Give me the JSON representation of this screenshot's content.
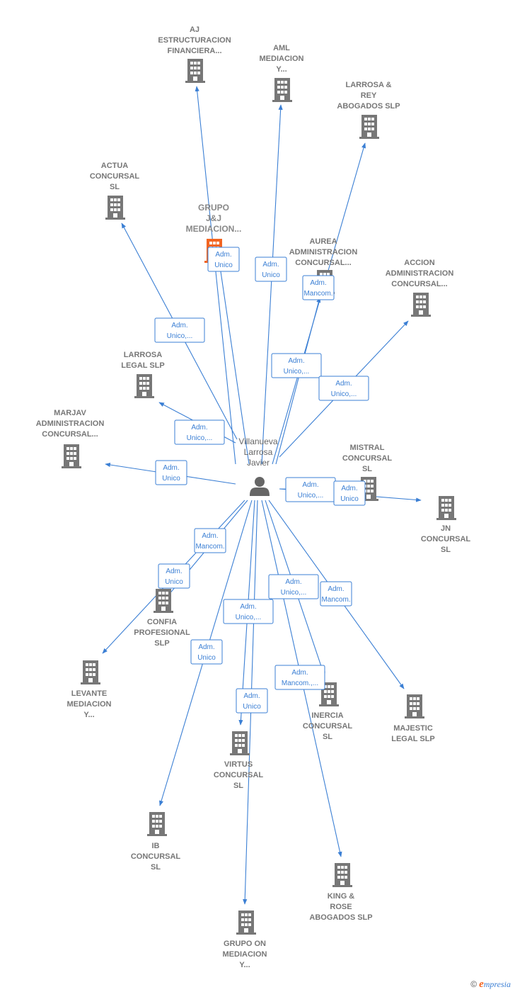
{
  "center": {
    "label_lines": [
      "Villanueva",
      "Larrosa",
      "Javier"
    ],
    "icon": "person-icon"
  },
  "nodes": [
    {
      "id": "aj",
      "label_lines": [
        "AJ",
        "ESTRUCTURACION",
        "FINANCIERA..."
      ],
      "icon": "building-icon",
      "highlight": false
    },
    {
      "id": "aml",
      "label_lines": [
        "AML",
        "MEDIACION",
        "Y..."
      ],
      "icon": "building-icon",
      "highlight": false
    },
    {
      "id": "larrosa-rey",
      "label_lines": [
        "LARROSA &",
        "REY",
        "ABOGADOS  SLP"
      ],
      "icon": "building-icon",
      "highlight": false
    },
    {
      "id": "actua",
      "label_lines": [
        "ACTUA",
        "CONCURSAL",
        "SL"
      ],
      "icon": "building-icon",
      "highlight": false
    },
    {
      "id": "grupo-jj",
      "label_lines": [
        "GRUPO",
        "J&J",
        "MEDIACION..."
      ],
      "icon": "building-icon",
      "highlight": true
    },
    {
      "id": "aurea",
      "label_lines": [
        "AUREA",
        "ADMINISTRACION",
        "CONCURSAL..."
      ],
      "icon": "building-icon",
      "highlight": false
    },
    {
      "id": "accion",
      "label_lines": [
        "ACCION",
        "ADMINISTRACION",
        "CONCURSAL..."
      ],
      "icon": "building-icon",
      "highlight": false
    },
    {
      "id": "larrosa-legal",
      "label_lines": [
        "LARROSA",
        "LEGAL  SLP"
      ],
      "icon": "building-icon",
      "highlight": false
    },
    {
      "id": "marjav",
      "label_lines": [
        "MARJAV",
        "ADMINISTRACION",
        "CONCURSAL..."
      ],
      "icon": "building-icon",
      "highlight": false
    },
    {
      "id": "mistral",
      "label_lines": [
        "MISTRAL",
        "CONCURSAL",
        "SL"
      ],
      "icon": "building-icon",
      "highlight": false
    },
    {
      "id": "jn",
      "label_lines": [
        "JN",
        "CONCURSAL",
        "SL"
      ],
      "icon": "building-icon",
      "highlight": false
    },
    {
      "id": "confia",
      "label_lines": [
        "CONFIA",
        "PROFESIONAL",
        "SLP"
      ],
      "icon": "building-icon",
      "highlight": false
    },
    {
      "id": "levante",
      "label_lines": [
        "LEVANTE",
        "MEDIACION",
        "Y..."
      ],
      "icon": "building-icon",
      "highlight": false
    },
    {
      "id": "inercia",
      "label_lines": [
        "INERCIA",
        "CONCURSAL",
        "SL"
      ],
      "icon": "building-icon",
      "highlight": false
    },
    {
      "id": "majestic",
      "label_lines": [
        "MAJESTIC",
        "LEGAL  SLP"
      ],
      "icon": "building-icon",
      "highlight": false
    },
    {
      "id": "virtus",
      "label_lines": [
        "VIRTUS",
        "CONCURSAL",
        "SL"
      ],
      "icon": "building-icon",
      "highlight": false
    },
    {
      "id": "ib",
      "label_lines": [
        "IB",
        "CONCURSAL",
        "SL"
      ],
      "icon": "building-icon",
      "highlight": false
    },
    {
      "id": "king-rose",
      "label_lines": [
        "KING &",
        "ROSE",
        "ABOGADOS  SLP"
      ],
      "icon": "building-icon",
      "highlight": false
    },
    {
      "id": "grupo-on",
      "label_lines": [
        "GRUPO ON",
        "MEDIACION",
        "Y..."
      ],
      "icon": "building-icon",
      "highlight": false
    }
  ],
  "edges": [
    {
      "to": "aj",
      "label_lines": [
        "Adm.",
        "Unico"
      ]
    },
    {
      "to": "aml",
      "label_lines": [
        "Adm.",
        "Unico"
      ]
    },
    {
      "to": "larrosa-rey",
      "label_lines": [
        "Adm.",
        "Mancom."
      ]
    },
    {
      "to": "actua",
      "label_lines": [
        "Adm.",
        "Unico,..."
      ]
    },
    {
      "to": "grupo-jj",
      "label_lines": [
        "Adm.",
        "Unico"
      ]
    },
    {
      "to": "aurea",
      "label_lines": [
        "Adm.",
        "Unico,..."
      ]
    },
    {
      "to": "accion",
      "label_lines": [
        "Adm.",
        "Unico,..."
      ]
    },
    {
      "to": "larrosa-legal",
      "label_lines": [
        "Adm.",
        "Unico,..."
      ]
    },
    {
      "to": "marjav",
      "label_lines": [
        "Adm.",
        "Unico"
      ]
    },
    {
      "to": "mistral",
      "label_lines": [
        "Adm.",
        "Unico,..."
      ]
    },
    {
      "to": "jn",
      "label_lines": [
        "Adm.",
        "Unico"
      ]
    },
    {
      "to": "confia",
      "label_lines": [
        "Adm.",
        "Mancom."
      ]
    },
    {
      "to": "levante",
      "label_lines": [
        "Adm.",
        "Unico"
      ]
    },
    {
      "to": "inercia",
      "label_lines": [
        "Adm.",
        "Unico,..."
      ]
    },
    {
      "to": "majestic",
      "label_lines": [
        "Adm.",
        "Mancom."
      ]
    },
    {
      "to": "virtus",
      "label_lines": [
        "Adm.",
        "Unico,..."
      ]
    },
    {
      "to": "ib",
      "label_lines": [
        "Adm.",
        "Unico"
      ]
    },
    {
      "to": "king-rose",
      "label_lines": [
        "Adm.",
        "Mancom.,..."
      ]
    },
    {
      "to": "grupo-on",
      "label_lines": [
        "Adm.",
        "Unico"
      ]
    }
  ],
  "colors": {
    "edge": "#3b7fd4",
    "building": "#777777",
    "building_highlight": "#f26522",
    "person": "#666666"
  },
  "footer": {
    "copyright": "©",
    "brand_initial": "e",
    "brand_rest": "mpresia"
  }
}
